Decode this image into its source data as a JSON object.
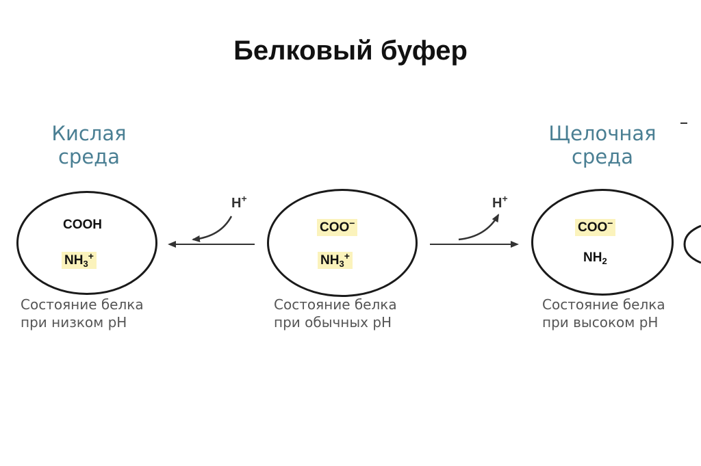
{
  "title": "Белковый буфер",
  "environments": {
    "acid": {
      "line1": "Кислая",
      "line2": "среда"
    },
    "alkaline": {
      "line1": "Щелочная",
      "line2": "среда"
    }
  },
  "states": [
    {
      "group1": "COOH",
      "group2_base": "NH",
      "group2_sub": "3",
      "group2_sup": "+",
      "caption_line1": "Состояние белка",
      "caption_line2": "при низком pH"
    },
    {
      "group1_base": "COO",
      "group1_sup": "−",
      "group2_base": "NH",
      "group2_sub": "3",
      "group2_sup": "+",
      "caption_line1": "Состояние белка",
      "caption_line2": "при обычных pH"
    },
    {
      "group1_base": "COO",
      "group1_sup": "−",
      "group2_base": "NH",
      "group2_sub": "2",
      "caption_line1": "Состояние белка",
      "caption_line2": "при высоком pH"
    }
  ],
  "transitions": {
    "to_acid": {
      "ion_base": "H",
      "ion_sup": "+"
    },
    "to_alkaline": {
      "ion_base": "H",
      "ion_sup": "+"
    }
  },
  "colors": {
    "environment_text": "#4a7f93",
    "highlight": "#fbf3bc",
    "outline": "#1a1a1a"
  }
}
